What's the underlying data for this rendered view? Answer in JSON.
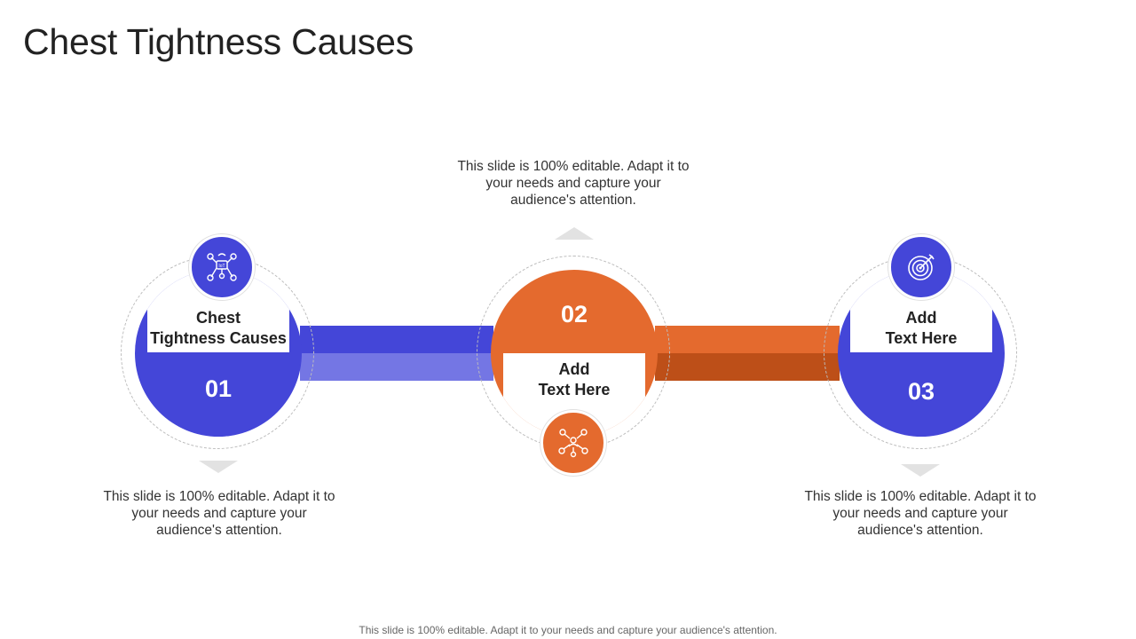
{
  "title": "Chest Tightness Causes",
  "colors": {
    "blue": "#4446d8",
    "blue_light": "#7476e4",
    "orange": "#e46a2e",
    "orange_dark": "#bd4f18"
  },
  "steps": [
    {
      "number": "01",
      "label_line1": "Chest",
      "label_line2": "Tightness Causes",
      "icon": "iot-network-icon",
      "description": "This slide is 100% editable. Adapt it to your needs and capture your audience's attention."
    },
    {
      "number": "02",
      "label_line1": "Add",
      "label_line2": "Text Here",
      "icon": "people-network-icon",
      "description": "This slide is 100% editable. Adapt it to your needs and capture your audience's attention."
    },
    {
      "number": "03",
      "label_line1": "Add",
      "label_line2": "Text Here",
      "icon": "target-icon",
      "description": "This slide is 100% editable. Adapt it to your needs and capture your audience's attention."
    }
  ],
  "footer": "This slide is 100% editable. Adapt it to your needs and capture your audience's attention."
}
